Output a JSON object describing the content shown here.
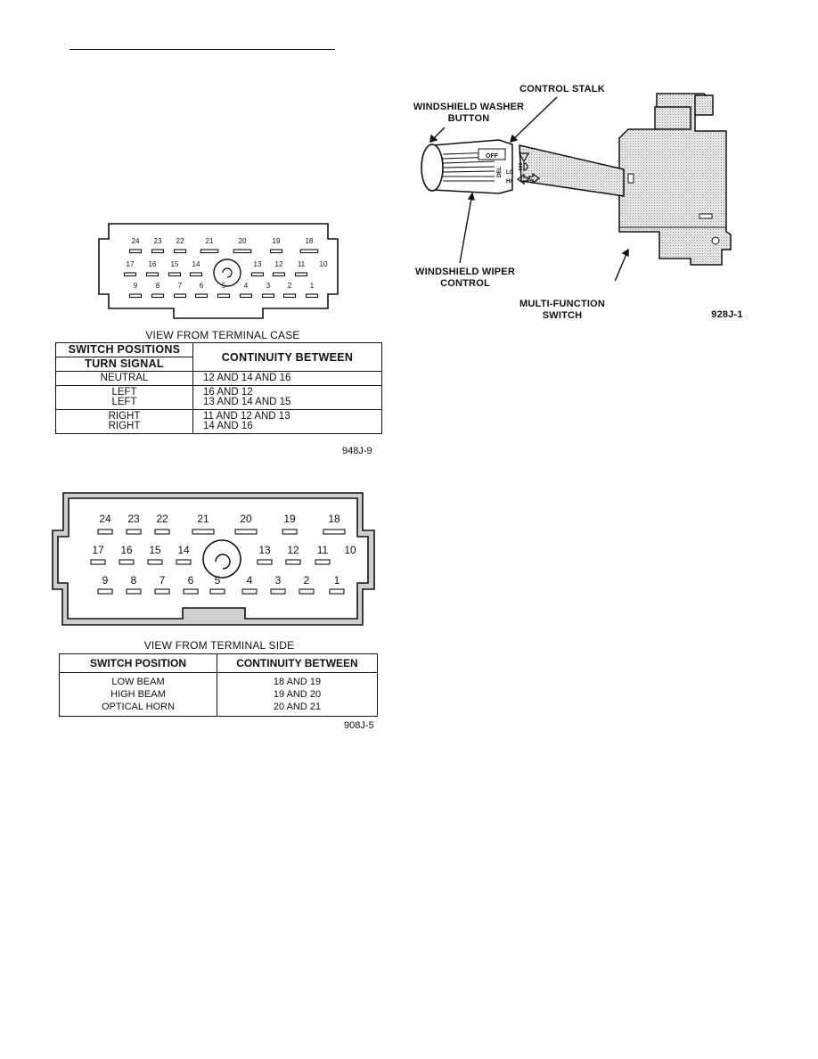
{
  "fig1": {
    "pins_row1": [
      "24",
      "23",
      "22",
      "21",
      "20",
      "19",
      "18"
    ],
    "pins_row2": [
      "17",
      "16",
      "15",
      "14",
      "13",
      "12",
      "11",
      "10"
    ],
    "pins_row3": [
      "9",
      "8",
      "7",
      "6",
      "5",
      "4",
      "3",
      "2",
      "1"
    ],
    "caption": "VIEW FROM TERMINAL CASE",
    "table": {
      "header_left_1": "SWITCH POSITIONS",
      "header_left_2": "TURN SIGNAL",
      "header_right": "CONTINUITY BETWEEN",
      "rows": [
        {
          "pos": [
            "NEUTRAL"
          ],
          "cont": [
            "12 AND 14 AND 16"
          ]
        },
        {
          "pos": [
            "LEFT",
            "LEFT"
          ],
          "cont": [
            "16 AND 12",
            "13 AND 14 AND 15"
          ]
        },
        {
          "pos": [
            "RIGHT",
            "RIGHT"
          ],
          "cont": [
            "11 AND 12 AND 13",
            "14 AND 16"
          ]
        }
      ]
    },
    "code": "948J-9"
  },
  "fig2": {
    "pins_row1": [
      "24",
      "23",
      "22",
      "21",
      "20",
      "19",
      "18"
    ],
    "pins_row2": [
      "17",
      "16",
      "15",
      "14",
      "13",
      "12",
      "11",
      "10"
    ],
    "pins_row3": [
      "9",
      "8",
      "7",
      "6",
      "5",
      "4",
      "3",
      "2",
      "1"
    ],
    "caption": "VIEW FROM TERMINAL SIDE",
    "table": {
      "header_left": "SWITCH POSITION",
      "header_right": "CONTINUITY BETWEEN",
      "positions": [
        "LOW BEAM",
        "HIGH BEAM",
        "OPTICAL HORN"
      ],
      "continuity": [
        "18 AND 19",
        "19 AND 20",
        "20 AND 21"
      ]
    },
    "code": "908J-5"
  },
  "fig3": {
    "label_control_stalk": "CONTROL STALK",
    "label_washer_1": "WINDSHIELD WASHER",
    "label_washer_2": "BUTTON",
    "label_wiper_1": "WINDSHIELD WIPER",
    "label_wiper_2": "CONTROL",
    "label_mfs_1": "MULTI-FUNCTION",
    "label_mfs_2": "SWITCH",
    "stalk_marks": [
      "OFF",
      "DEL",
      "LO",
      "HI"
    ],
    "code": "928J-1"
  }
}
